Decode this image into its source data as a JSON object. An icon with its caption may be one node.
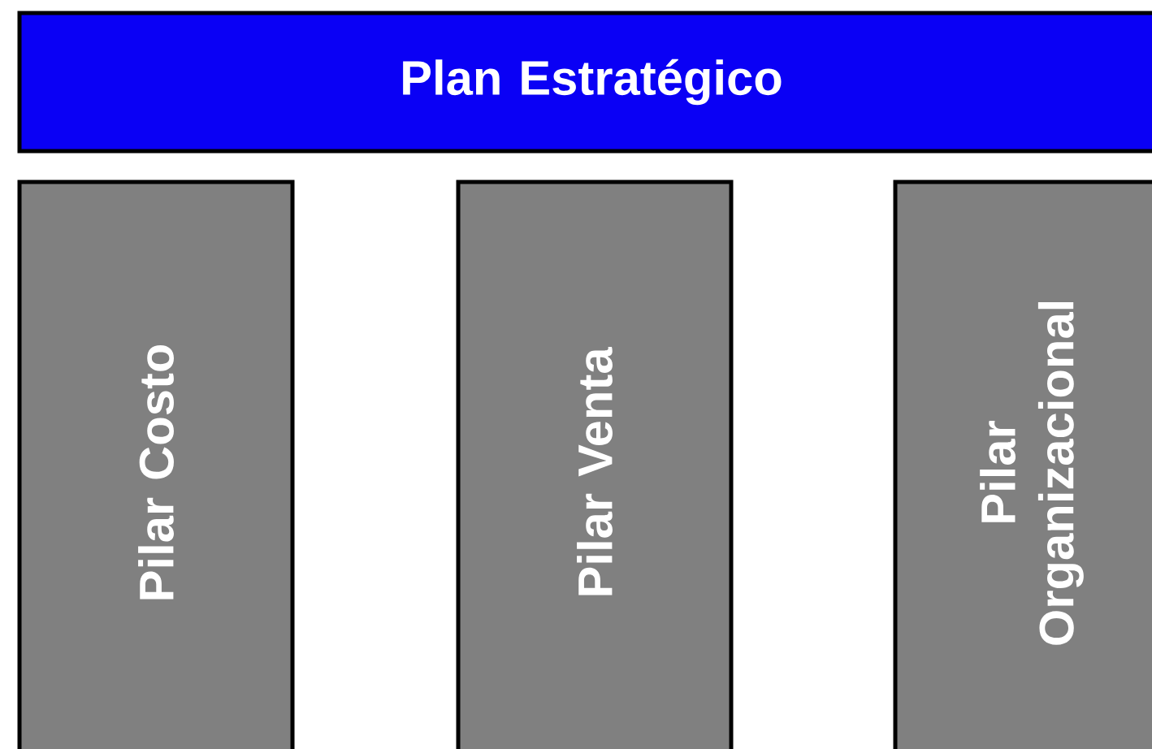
{
  "diagram": {
    "nodes": [
      {
        "text": [
          "Plan Estratégico"
        ]
      },
      {
        "text": [
          "Pilar Costo"
        ]
      },
      {
        "text": [
          "Pilar Venta"
        ]
      },
      {
        "text": [
          "Pilar Organizacional"
        ]
      }
    ]
  }
}
